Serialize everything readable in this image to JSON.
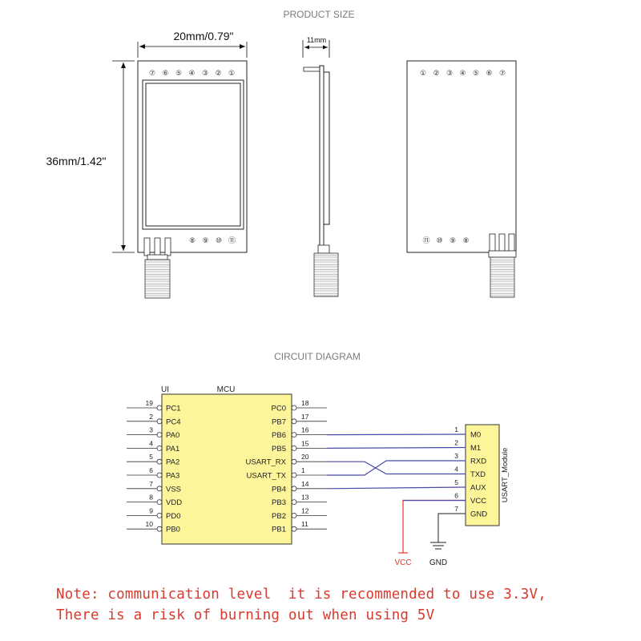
{
  "headings": {
    "product_size": "PRODUCT SIZE",
    "circuit_diagram": "CIRCUIT DIAGRAM"
  },
  "dimensions": {
    "width": "20mm/0.79\"",
    "height": "36mm/1.42\"",
    "thickness": "11mm"
  },
  "front_pins_top": [
    "⑦",
    "⑥",
    "⑤",
    "④",
    "③",
    "②",
    "①"
  ],
  "front_pins_bottom": [
    "⑧",
    "⑨",
    "⑩",
    "⑪"
  ],
  "back_pins_top": [
    "①",
    "②",
    "③",
    "④",
    "⑤",
    "⑥",
    "⑦"
  ],
  "back_pins_bottom": [
    "⑪",
    "⑩",
    "⑨",
    "⑧"
  ],
  "mcu": {
    "ui_label": "UI",
    "title": "MCU",
    "left_pins": [
      {
        "num": "19",
        "label": "PC1"
      },
      {
        "num": "2",
        "label": "PC4"
      },
      {
        "num": "3",
        "label": "PA0"
      },
      {
        "num": "4",
        "label": "PA1"
      },
      {
        "num": "5",
        "label": "PA2"
      },
      {
        "num": "6",
        "label": "PA3"
      },
      {
        "num": "7",
        "label": "VSS"
      },
      {
        "num": "8",
        "label": "VDD"
      },
      {
        "num": "9",
        "label": "PD0"
      },
      {
        "num": "10",
        "label": "PB0"
      }
    ],
    "right_pins": [
      {
        "num": "18",
        "label": "PC0"
      },
      {
        "num": "17",
        "label": "PB7"
      },
      {
        "num": "16",
        "label": "PB6"
      },
      {
        "num": "15",
        "label": "PB5"
      },
      {
        "num": "20",
        "label": "USART_RX"
      },
      {
        "num": "1",
        "label": "USART_TX"
      },
      {
        "num": "14",
        "label": "PB4"
      },
      {
        "num": "13",
        "label": "PB3"
      },
      {
        "num": "12",
        "label": "PB2"
      },
      {
        "num": "11",
        "label": "PB1"
      }
    ]
  },
  "module": {
    "title": "USART_Module",
    "pins": [
      {
        "num": "1",
        "label": "M0"
      },
      {
        "num": "2",
        "label": "M1"
      },
      {
        "num": "3",
        "label": "RXD"
      },
      {
        "num": "4",
        "label": "TXD"
      },
      {
        "num": "5",
        "label": "AUX"
      },
      {
        "num": "6",
        "label": "VCC"
      },
      {
        "num": "7",
        "label": "GND"
      }
    ]
  },
  "power": {
    "vcc": "VCC",
    "gnd": "GND"
  },
  "colors": {
    "wire": "#4a4aa8",
    "vcc": "#d83a2e",
    "mcu_fill": "#fdf59a",
    "module_fill": "#fdf59a",
    "note": "#d83a2e"
  },
  "note": {
    "line1": "Note: communication level  it is recommended to use 3.3V,",
    "line2": "There is a risk of burning out when using 5V"
  }
}
